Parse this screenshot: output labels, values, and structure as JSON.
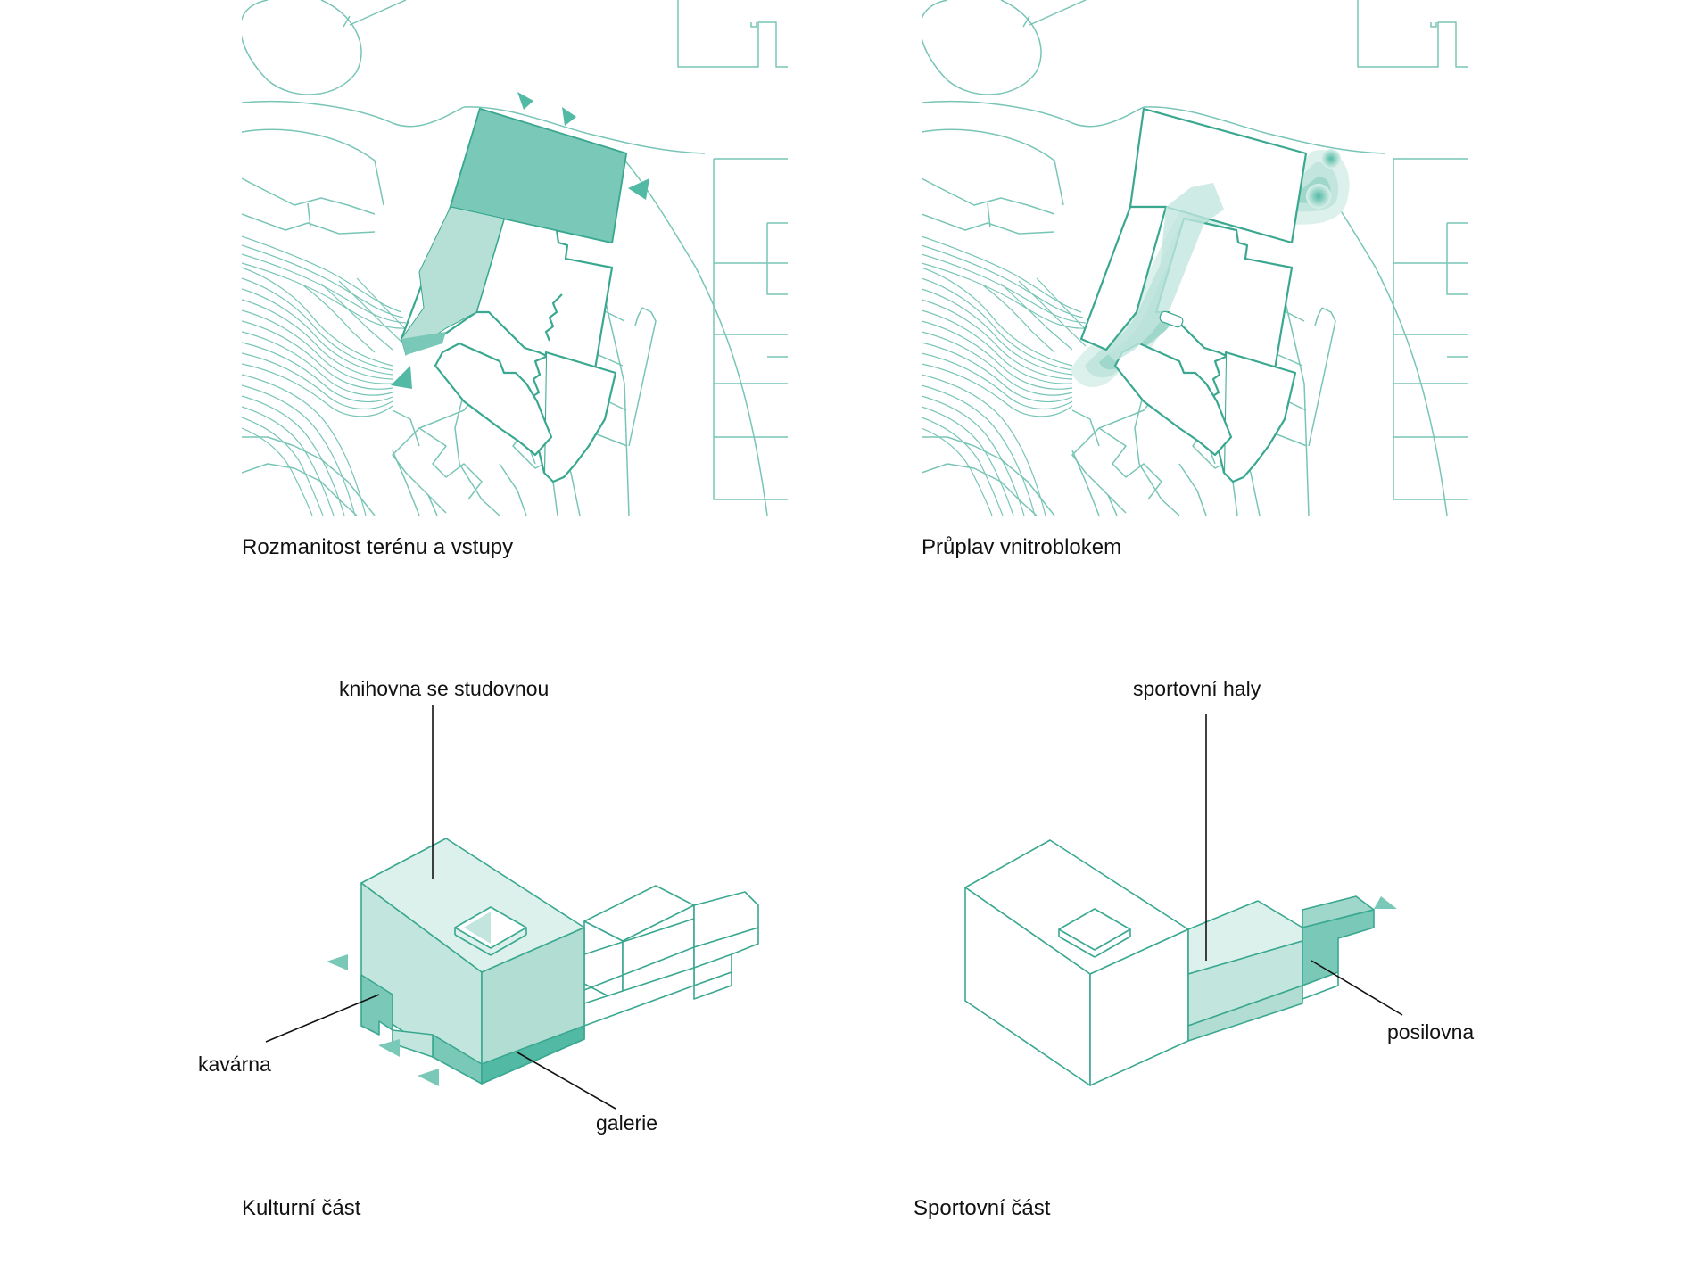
{
  "colors": {
    "accent_dark": "#52b9a5",
    "accent_mid": "#7ac8b8",
    "accent_light": "#c2e6de",
    "accent_pale": "#ddf1ec",
    "line": "#3aa890",
    "text": "#111111"
  },
  "panels": {
    "terrain": {
      "caption": "Rozmanitost terénu a vstupy"
    },
    "passage": {
      "caption": "Průplav vnitroblokem"
    },
    "culture": {
      "caption": "Kulturní část",
      "labels": {
        "library": "knihovna se studovnou",
        "cafe": "kavárna",
        "gallery": "galerie"
      }
    },
    "sport": {
      "caption": "Sportovní část",
      "labels": {
        "halls": "sportovní haly",
        "gym": "posilovna"
      }
    }
  }
}
